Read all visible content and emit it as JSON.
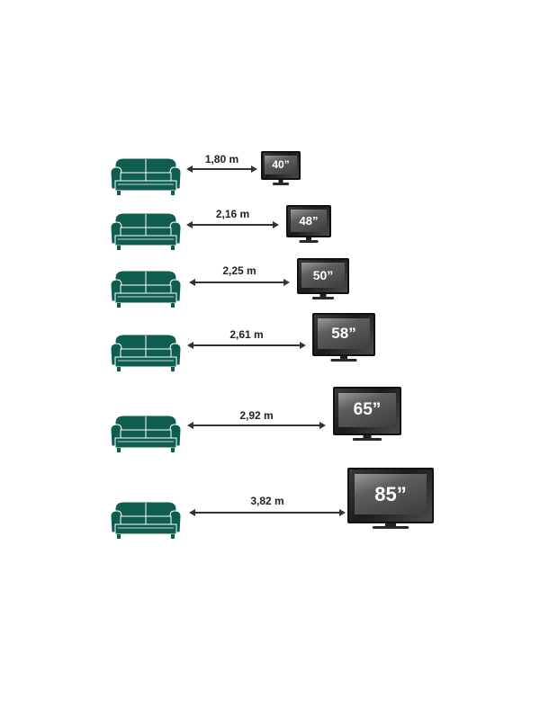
{
  "colors": {
    "sofa": "#0f5d4f",
    "sofa_line": "#ffffff",
    "arrow": "#333333",
    "tv_frame": "#1b1b1b"
  },
  "rows": [
    {
      "distance": "1,80 m",
      "size": "40”"
    },
    {
      "distance": "2,16 m",
      "size": "48”"
    },
    {
      "distance": "2,25 m",
      "size": "50”"
    },
    {
      "distance": "2,61 m",
      "size": "58”"
    },
    {
      "distance": "2,92 m",
      "size": "65”"
    },
    {
      "distance": "3,82 m",
      "size": "85”"
    }
  ]
}
